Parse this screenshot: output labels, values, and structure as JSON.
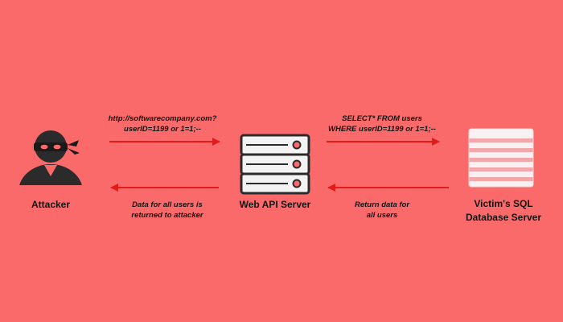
{
  "colors": {
    "background": "#fb6a6a",
    "arrow": "#e21b1b",
    "icon_dark": "#2b2b2b",
    "server_body": "#f3f3f3",
    "database_body": "#f8f1f1",
    "database_stripe": "#f3a7ab"
  },
  "nodes": {
    "attacker": {
      "label": "Attacker",
      "icon": "masked-thief-icon"
    },
    "web_api": {
      "label": "Web API Server",
      "icon": "server-rack-icon"
    },
    "database": {
      "label_line1": "Victim's SQL",
      "label_line2": "Database Server",
      "icon": "database-icon"
    }
  },
  "arrows": {
    "attacker_to_api": {
      "line1": "http://softwarecompany.com?",
      "line2": "userID=1199 or 1=1;--",
      "direction": "right"
    },
    "api_to_database": {
      "line1": "SELECT* FROM users",
      "line2": "WHERE userID=1199 or 1=1;--",
      "direction": "right"
    },
    "database_to_api": {
      "line1": "Return data for",
      "line2": "all users",
      "direction": "left"
    },
    "api_to_attacker": {
      "line1": "Data for all users is",
      "line2": "returned to attacker",
      "direction": "left"
    }
  }
}
